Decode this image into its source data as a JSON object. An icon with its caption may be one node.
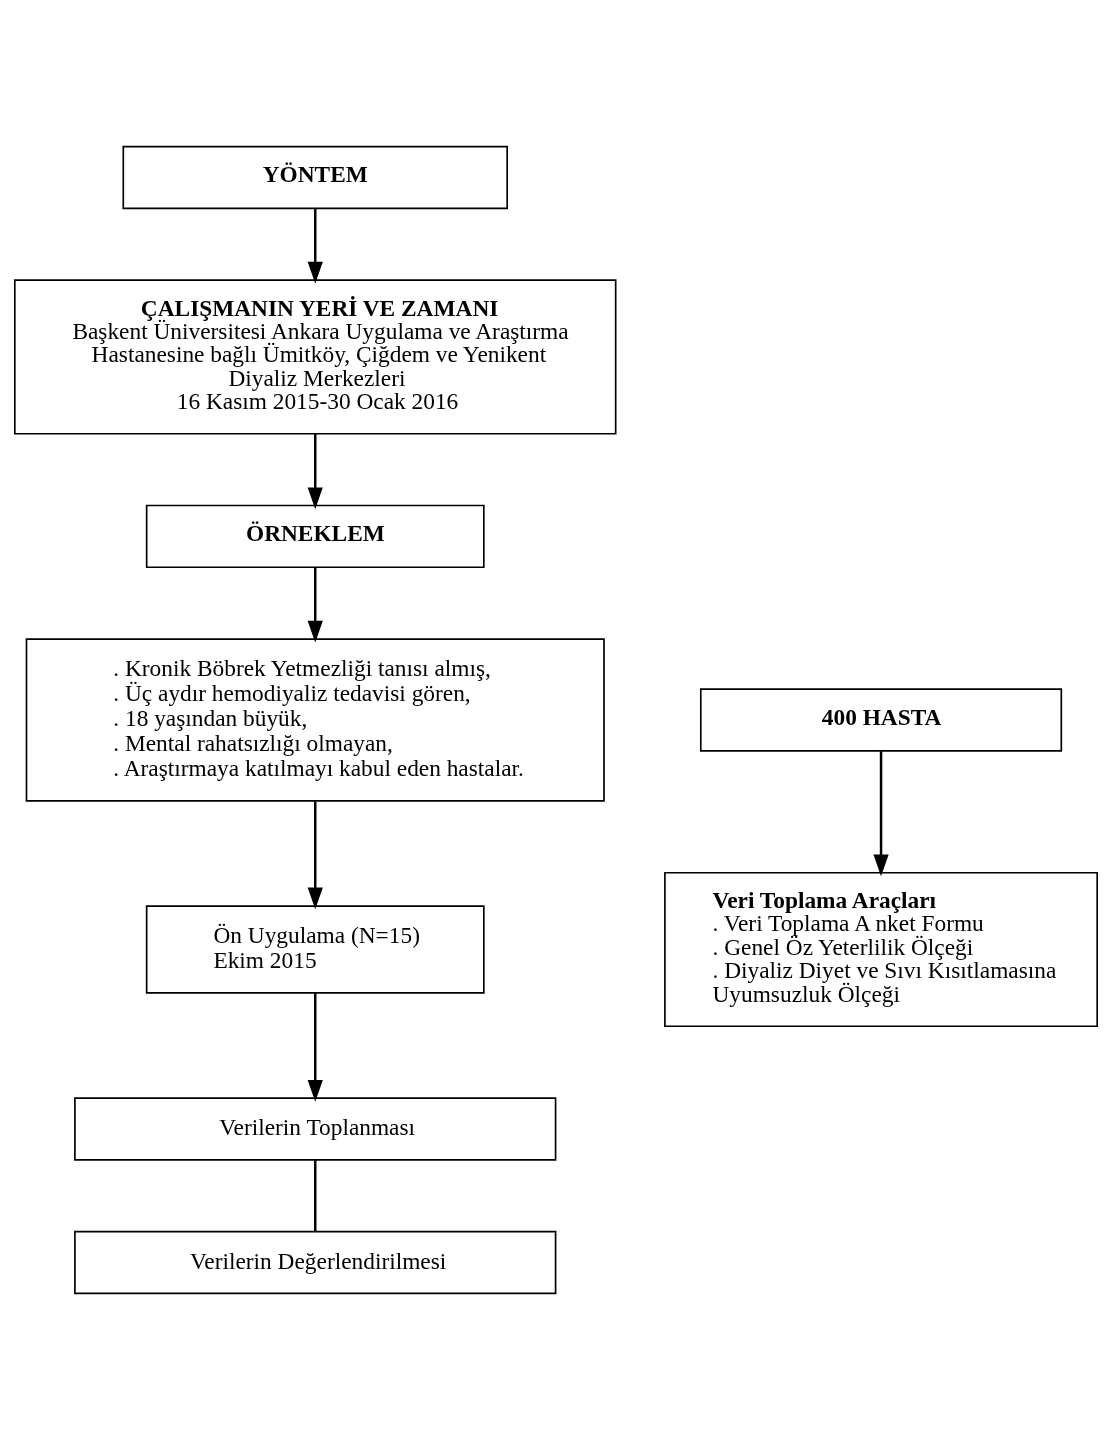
{
  "diagram": {
    "nodes": [
      {
        "text": [
          "YÖNTEM"
        ]
      },
      {
        "text": [
          "ÇALIŞMANIN YERİ VE ZAMANI",
          "Başkent Üniversitesi Ankara Uygulama ve Araştırma Hastanesine bağlı Ümitköy, Çiğdem ve Yenikent Diyaliz Merkezleri",
          "16 Kasım 2015-30 Ocak 2016"
        ]
      },
      {
        "text": [
          "ÖRNEKLEM"
        ]
      },
      {
        "text": [
          ". Kronik Böbrek Yetmezliği tanısı almış,",
          ". Üç aydır hemodiyaliz tedavisi gören,",
          ". 18 yaşından büyük,",
          ". Mental rahatsızlığı olmayan,",
          ". Araştırmaya katılmayı kabul eden hastalar."
        ]
      },
      {
        "text": [
          "400 HASTA"
        ]
      },
      {
        "text": [
          "Veri Toplama Araçları",
          ". Veri Toplama A nket Formu",
          ". Genel Öz Yeterlilik Ölçeği",
          ". Diyaliz Diyet ve Sıvı Kısıtlamasına Uyumsuzluk Ölçeği"
        ]
      },
      {
        "text": [
          "Ön Uygulama (N=15)",
          "Ekim 2015"
        ]
      },
      {
        "text": [
          "Verilerin Toplanması"
        ]
      },
      {
        "text": [
          "Verilerin Değerlendirilmesi"
        ]
      }
    ],
    "edges": [
      {
        "from": 0,
        "to": 1,
        "arrow": "to"
      },
      {
        "from": 1,
        "to": 2,
        "arrow": "to"
      },
      {
        "from": 2,
        "to": 3,
        "arrow": "to"
      },
      {
        "from": 4,
        "to": 5,
        "arrow": "to"
      },
      {
        "from": 3,
        "to": 6,
        "arrow": "to"
      },
      {
        "from": 6,
        "to": 7,
        "arrow": "to"
      },
      {
        "from": 7,
        "to": 8,
        "arrow": "none"
      }
    ]
  }
}
